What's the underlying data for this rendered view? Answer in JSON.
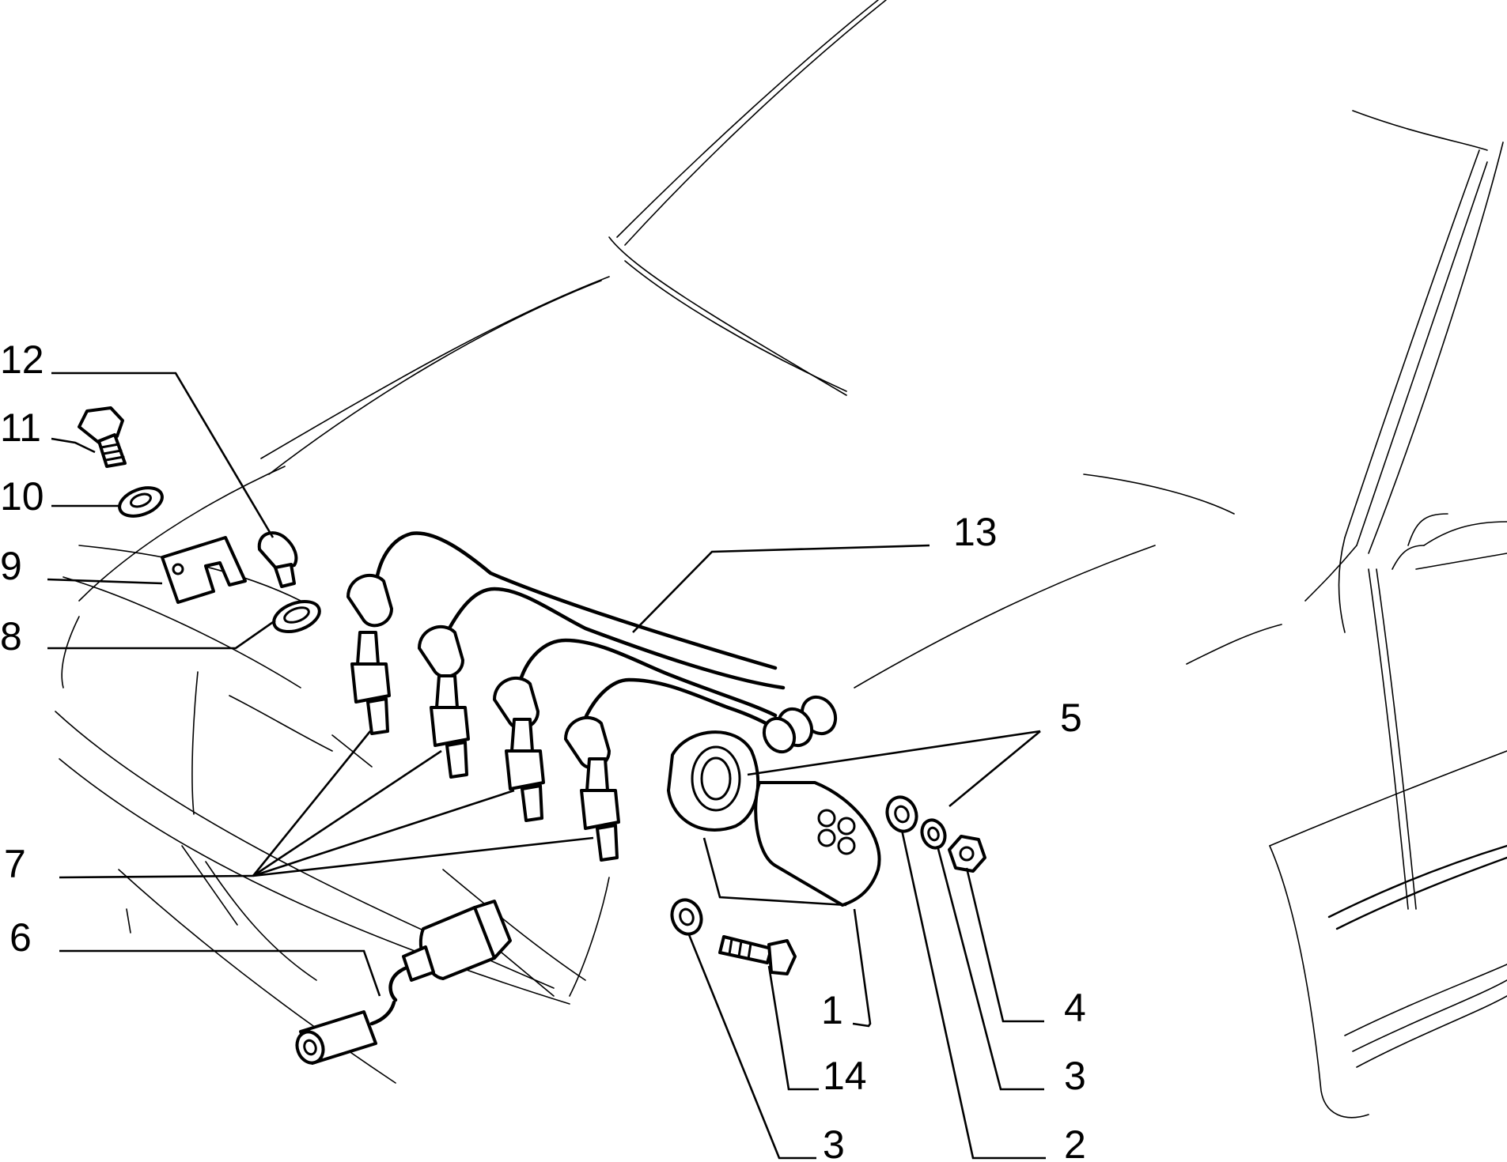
{
  "callouts": {
    "c12": "12",
    "c11": "11",
    "c10": "10",
    "c9": "9",
    "c8": "8",
    "c7": "7",
    "c6": "6",
    "c13": "13",
    "c5": "5",
    "c1": "1",
    "c4": "4",
    "c3a": "3",
    "c14": "14",
    "c3b": "3",
    "c2": "2"
  },
  "colors": {
    "ink": "#000000",
    "paper": "#ffffff"
  }
}
